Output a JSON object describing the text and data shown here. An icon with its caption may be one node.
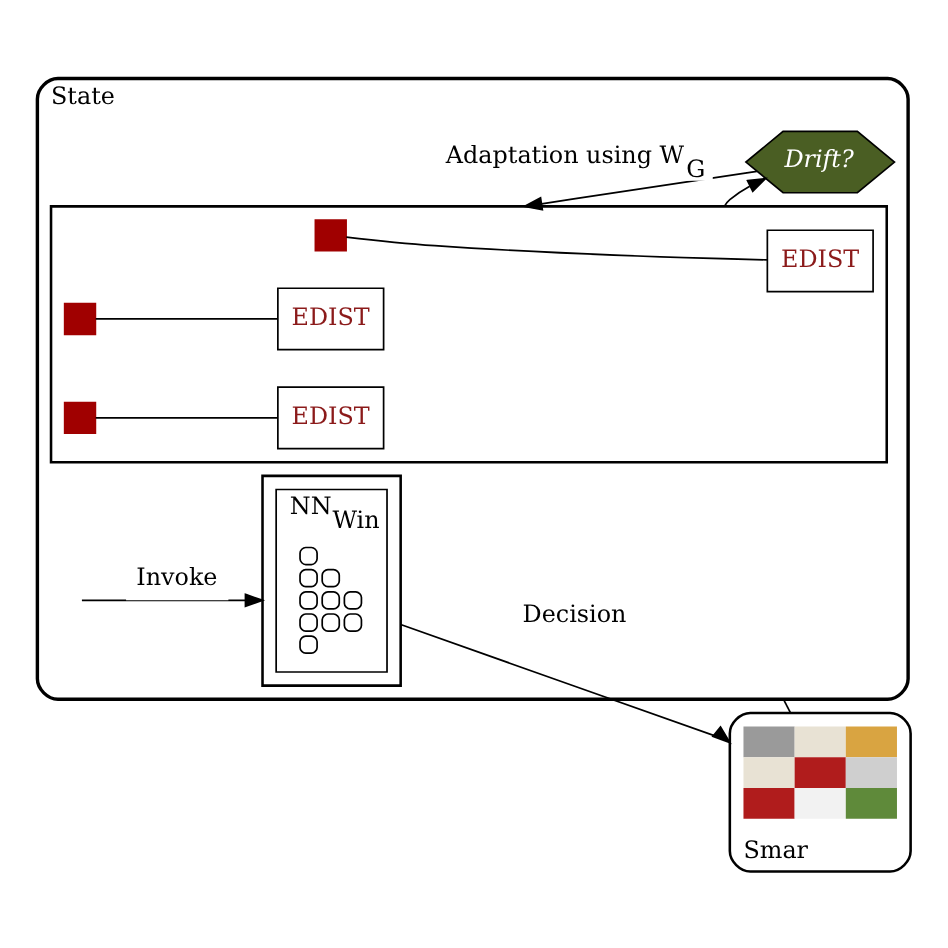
{
  "diagram": {
    "nodes": [
      {
        "text": [
          "State"
        ]
      },
      {
        "text": [],
        "shape": "box",
        "in": 0
      },
      {
        "text": [],
        "shape": "box",
        "in": 1
      },
      {
        "text": [
          "EDIST"
        ],
        "in": 1
      },
      {
        "text": [],
        "shape": "box",
        "in": 1
      },
      {
        "text": [
          "EDIST"
        ],
        "in": 1
      },
      {
        "text": [],
        "shape": "box",
        "in": 1
      },
      {
        "text": [
          "EDIST"
        ],
        "in": 1
      },
      {
        "text": [
          "Drift?"
        ],
        "in": 0
      },
      {
        "text": [],
        "shape": "box",
        "in": 0
      },
      {
        "text": [
          "NN$_{Win}$"
        ],
        "in": 9
      },
      {
        "text": [],
        "shape": "picture",
        "in": 10
      },
      {
        "text": [
          "Smar"
        ]
      },
      {
        "text": [],
        "shape": "picture",
        "in": 12
      }
    ],
    "edges": [
      {
        "from": 2,
        "to": 3,
        "arrow": "none"
      },
      {
        "from": 4,
        "to": 5,
        "arrow": "none"
      },
      {
        "from": 6,
        "to": 7,
        "arrow": "none"
      },
      {
        "from": 1,
        "to": 8,
        "arrow": "to"
      },
      {
        "from": 8,
        "to": 1,
        "label": "Adaptation using W$_{G}$",
        "arrow": "to"
      },
      {
        "from": null,
        "to": 9,
        "label": "Invoke",
        "arrow": "to"
      },
      {
        "from": 9,
        "to": 12,
        "label": "Decision",
        "arrow": "to"
      },
      {
        "from": 0,
        "to": 12,
        "arrow": "none"
      }
    ]
  }
}
